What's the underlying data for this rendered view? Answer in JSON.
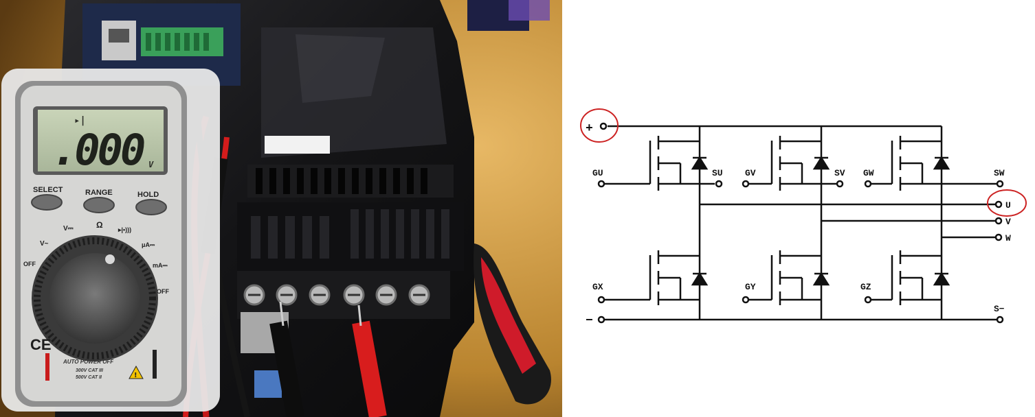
{
  "multimeter": {
    "reading": ".000",
    "diode_symbol": "▸|",
    "unit": "V",
    "buttons": [
      "SELECT",
      "RANGE",
      "HOLD"
    ],
    "dial_labels": [
      "V⎓",
      "Ω",
      "▸|•)))",
      "V~",
      "μA⎓",
      "OFF",
      "mA⎓",
      "OFF"
    ],
    "ce_mark": "CE",
    "footer_lines": [
      "AUTO POWER OFF",
      "300V CAT III",
      "500V CAT II"
    ]
  },
  "schematic": {
    "plus_terminal": "+",
    "minus_terminal": "−",
    "gate_labels": [
      "GU",
      "GV",
      "GW",
      "GX",
      "GY",
      "GZ"
    ],
    "sense_labels": [
      "SU",
      "SV",
      "SW"
    ],
    "output_labels": [
      "U",
      "V",
      "W"
    ],
    "bottom_right_label": "S−",
    "highlight_color": "#cc2222"
  }
}
